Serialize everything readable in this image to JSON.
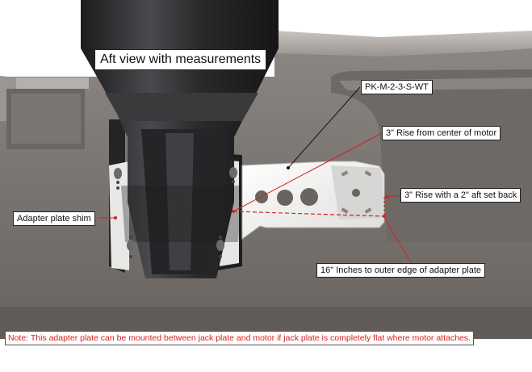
{
  "title": "Aft view with measurements",
  "callouts": {
    "part_number": "PK-M-2-3-S-WT",
    "rise_center": "3\" Rise from center of motor",
    "rise_setback": "3\" Rise with a 2\" aft set back",
    "shim": "Adapter plate shim",
    "outer_edge": "16\" Inches to outer edge of adapter plate"
  },
  "note": "Note: This adapter plate can be mounted between jack plate and motor if jack plate is completely flat where motor attaches.",
  "colors": {
    "leader_red": "#d42020",
    "leader_black": "#111111",
    "note_text": "#d42020",
    "hull": "#7a7470",
    "motor": "#2e2e30",
    "plate": "#f2f2f0"
  }
}
